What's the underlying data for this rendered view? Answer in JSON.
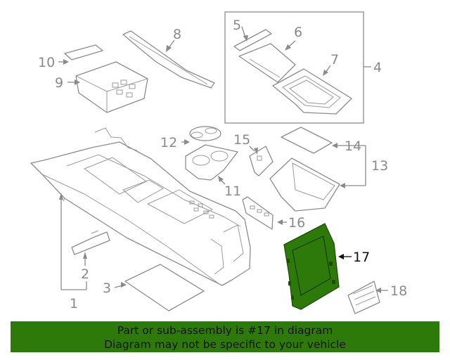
{
  "diagram": {
    "callouts": [
      {
        "id": "1",
        "label": "1"
      },
      {
        "id": "2",
        "label": "2"
      },
      {
        "id": "3",
        "label": "3"
      },
      {
        "id": "4",
        "label": "4"
      },
      {
        "id": "5",
        "label": "5"
      },
      {
        "id": "6",
        "label": "6"
      },
      {
        "id": "7",
        "label": "7"
      },
      {
        "id": "8",
        "label": "8"
      },
      {
        "id": "9",
        "label": "9"
      },
      {
        "id": "10",
        "label": "10"
      },
      {
        "id": "11",
        "label": "11"
      },
      {
        "id": "12",
        "label": "12"
      },
      {
        "id": "13",
        "label": "13"
      },
      {
        "id": "14",
        "label": "14"
      },
      {
        "id": "15",
        "label": "15"
      },
      {
        "id": "16",
        "label": "16"
      },
      {
        "id": "17",
        "label": "17"
      },
      {
        "id": "18",
        "label": "18"
      }
    ],
    "highlighted_part": "17",
    "colors": {
      "highlight_fill": "#2d7a0a",
      "banner_bg": "#2d7a0a",
      "line": "#8c8c8c",
      "active_text": "#111111"
    }
  },
  "banner": {
    "line1": "Part or sub-assembly is #17 in diagram",
    "line2": "Diagram may not be specific to your vehicle"
  }
}
